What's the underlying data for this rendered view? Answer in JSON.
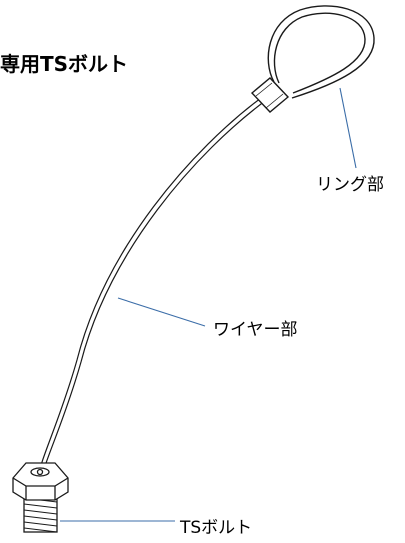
{
  "title": "専用TSボルト",
  "labels": {
    "ring": "リング部",
    "wire": "ワイヤー部",
    "bolt": "TSボルト"
  },
  "colors": {
    "line": "#1a1a1a",
    "leader": "#3b6da8"
  }
}
